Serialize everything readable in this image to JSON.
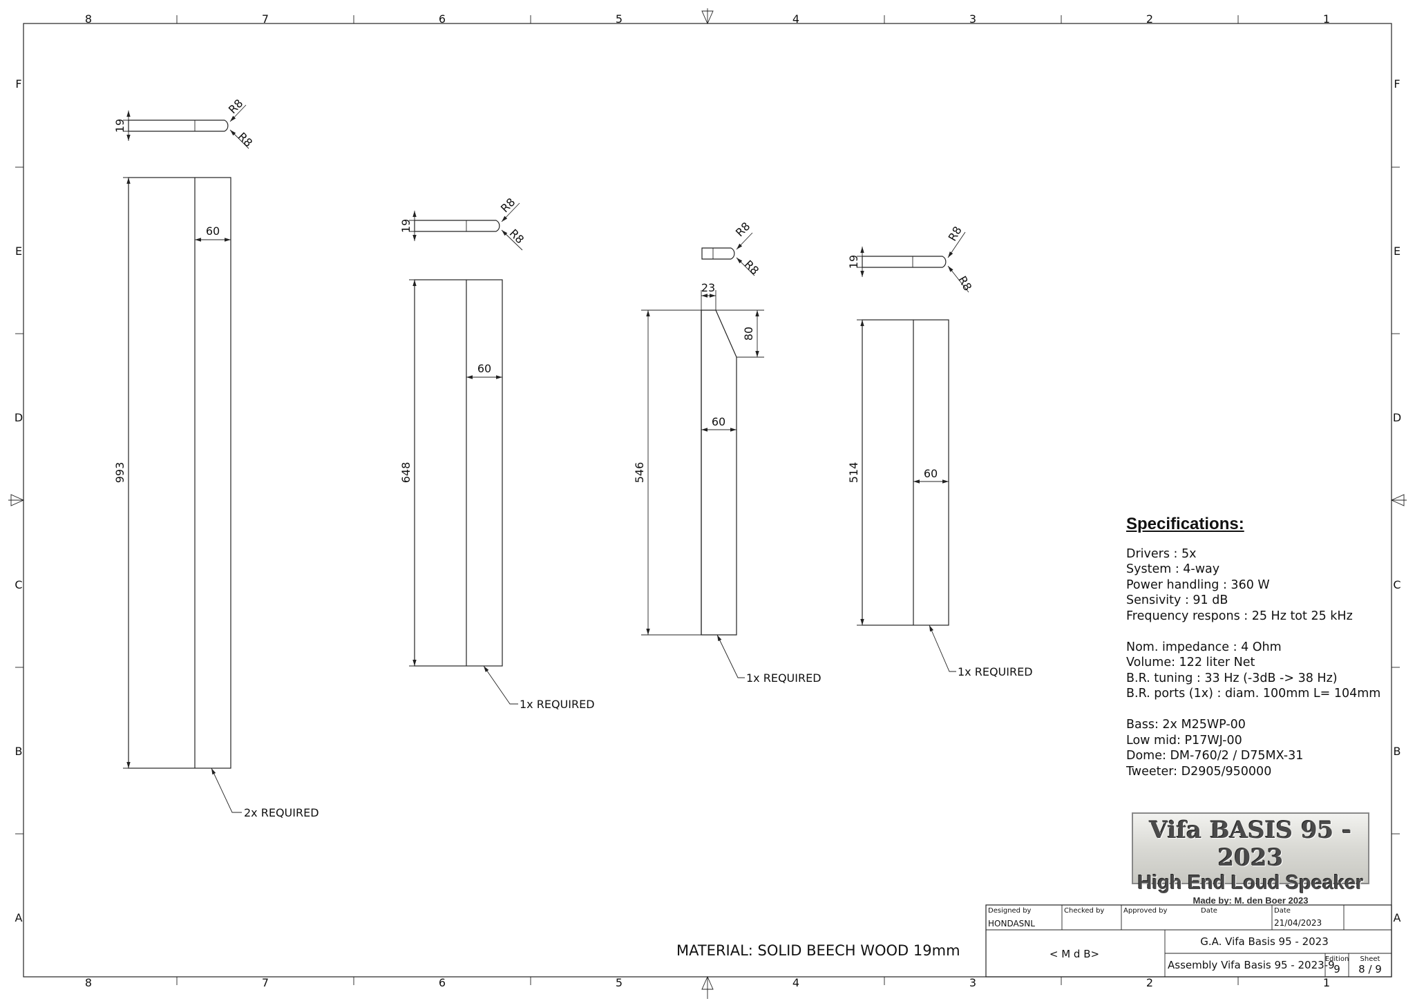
{
  "grid": {
    "columns": [
      "8",
      "7",
      "6",
      "5",
      "4",
      "3",
      "2",
      "1"
    ],
    "rows": [
      "F",
      "E",
      "D",
      "C",
      "B",
      "A"
    ]
  },
  "parts": [
    {
      "required": "2x REQUIRED",
      "dims": {
        "length": "993",
        "width": "60",
        "thickness": "19",
        "radius_top": "R8",
        "radius_bottom": "R8"
      }
    },
    {
      "required": "1x REQUIRED",
      "dims": {
        "length": "648",
        "width": "60",
        "thickness": "19",
        "radius_top": "R8",
        "radius_bottom": "R8"
      }
    },
    {
      "required": "1x REQUIRED",
      "dims": {
        "length": "546",
        "width": "60",
        "top_width": "23",
        "chamfer_height": "80",
        "radius_top": "R8",
        "radius_bottom": "R8"
      }
    },
    {
      "required": "1x REQUIRED",
      "dims": {
        "length": "514",
        "width": "60",
        "thickness": "19",
        "radius_top": "R8",
        "radius_bottom": "R8"
      }
    }
  ],
  "specifications": {
    "title": "Specifications:",
    "group1": [
      "Drivers : 5x",
      "System : 4-way",
      "Power handling : 360 W",
      "Sensivity : 91 dB",
      "Frequency respons : 25 Hz tot 25 kHz"
    ],
    "group2": [
      "Nom. impedance : 4 Ohm",
      "Volume: 122 liter Net",
      "B.R. tuning : 33 Hz (-3dB -> 38 Hz)",
      "B.R. ports (1x) : diam. 100mm L= 104mm"
    ],
    "group3": [
      "Bass: 2x M25WP-00",
      "Low mid: P17WJ-00",
      "Dome: DM-760/2 / D75MX-31",
      "Tweeter: D2905/950000"
    ]
  },
  "logo": {
    "line1": "Vifa BASIS 95 - 2023",
    "line2": "High End Loud Speaker",
    "line3": "Made by: M. den Boer 2023"
  },
  "material": "MATERIAL: SOLID BEECH WOOD 19mm",
  "title_block": {
    "designed_by_label": "Designed by",
    "designed_by": "HONDASNL",
    "checked_by_label": "Checked by",
    "approved_by_label": "Approved by",
    "date_label": "Date",
    "date_label_2": "Date",
    "date": "21/04/2023",
    "initials": "< M d B>",
    "title": "G.A. Vifa Basis 95 - 2023",
    "subtitle": "Assembly Vifa Basis 95 - 2023-9",
    "edition_label": "Edition",
    "edition": "9",
    "sheet_label": "Sheet",
    "sheet": "8 / 9"
  },
  "colors": {
    "line": "#222222",
    "logo_text": "#4a4a4a",
    "background": "#ffffff"
  }
}
